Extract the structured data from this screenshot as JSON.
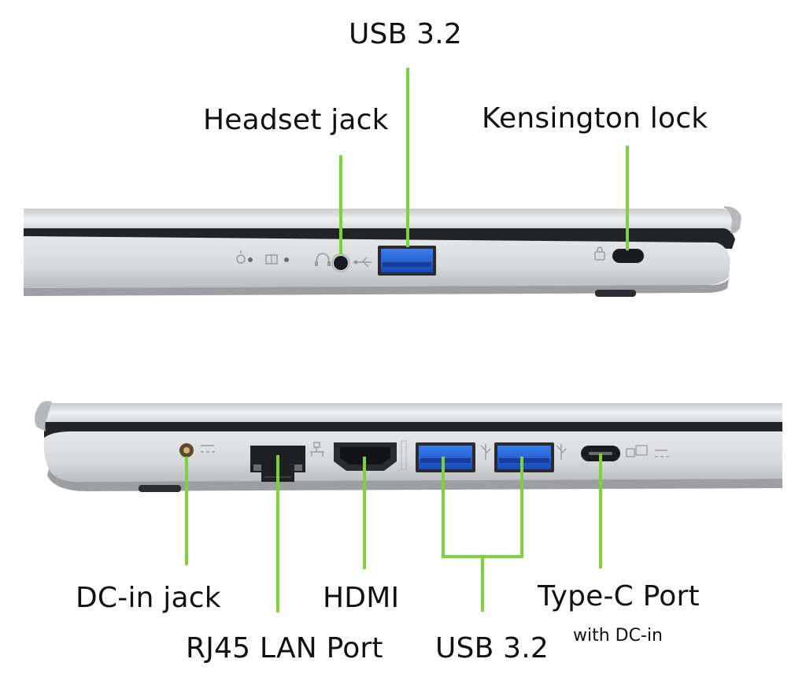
{
  "top_view": {
    "labels": {
      "usb": "USB 3.2",
      "headset": "Headset jack",
      "kensington": "Kensington lock"
    }
  },
  "bottom_view": {
    "labels": {
      "dc_in": "DC-in jack",
      "rj45": "RJ45 LAN Port",
      "hdmi": "HDMI",
      "usb": "USB 3.2",
      "type_c": "Type-C Port",
      "type_c_sub": "with DC-in"
    }
  },
  "colors": {
    "callout": "#7dd13a",
    "chassis": "#d8d9db",
    "chassis_light": "#eeeff1",
    "chassis_dark": "#26282c",
    "usb_blue": "#1f5fd6"
  },
  "icons": [
    "power-indicator-icon",
    "battery-indicator-icon",
    "headset-icon",
    "usb-icon",
    "lock-icon",
    "dc-icon",
    "network-icon",
    "hdmi-icon",
    "usb-c-icon"
  ]
}
